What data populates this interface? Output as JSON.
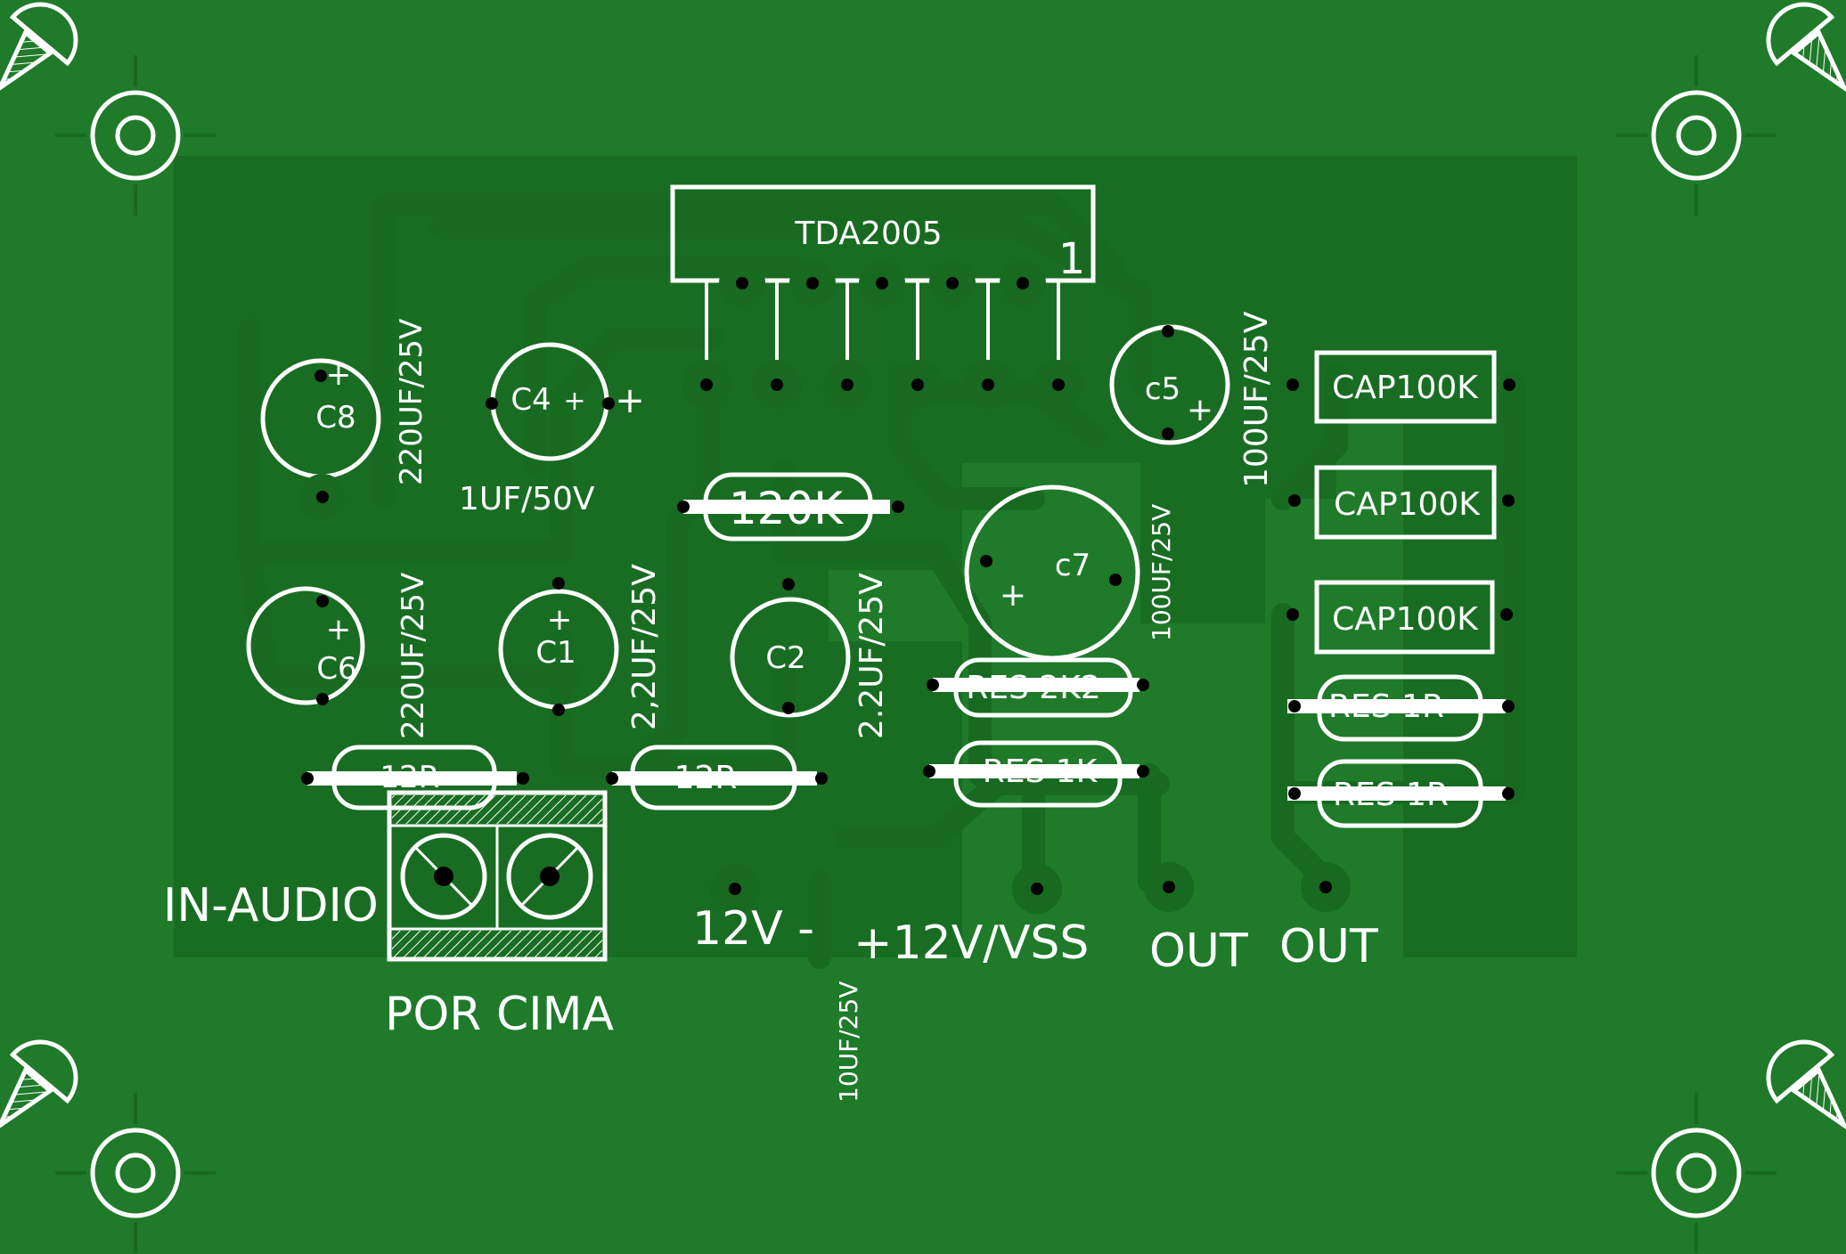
{
  "board": {
    "ic": {
      "name": "TDA2005",
      "pin1": "1"
    },
    "capacitors": {
      "c8": {
        "ref": "C8",
        "value": "220UF/25V",
        "plus": "+"
      },
      "c4": {
        "ref": "C4",
        "value": "1UF/50V",
        "plus": "+",
        "plus_out": "+"
      },
      "c6": {
        "ref": "C6",
        "value": "220UF/25V",
        "plus": "+"
      },
      "c1": {
        "ref": "C1",
        "value": "2,2UF/25V",
        "plus": "+"
      },
      "c2": {
        "ref": "C2",
        "value": "2.2UF/25V"
      },
      "c5": {
        "ref": "c5",
        "value": "100UF/25V",
        "plus": "+"
      },
      "c7": {
        "ref": "c7",
        "value": "100UF/25V",
        "plus": "+"
      },
      "loose_value": "10UF/25V"
    },
    "resistors": {
      "r120k": "120K",
      "r2k2": "RES 2K2",
      "r1k": "RES 1K",
      "r1r_a": "RES 1R",
      "r1r_b": "RES 1R",
      "r12_a": "12R",
      "r12_b": "12R"
    },
    "film_caps": [
      "CAP100K",
      "CAP100K",
      "CAP100K"
    ],
    "labels": {
      "in_audio": "IN-AUDIO",
      "por_cima": "POR CIMA",
      "v12_minus": "12V -",
      "v12_vss": "+12V/VSS",
      "out1": "OUT",
      "out2": "OUT"
    },
    "colors": {
      "board": "#1f7a2a",
      "copper": "#186a21",
      "silk": "#ffffff",
      "drill": "#000000"
    }
  }
}
